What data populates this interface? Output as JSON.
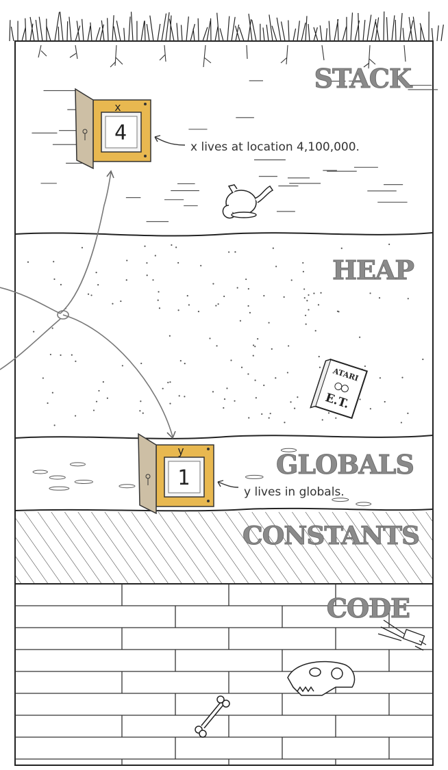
{
  "regions": {
    "stack": "STACK",
    "heap": "HEAP",
    "globals": "GLOBALS",
    "constants": "CONSTANTS",
    "code": "CODE"
  },
  "variables": {
    "x": {
      "name": "x",
      "value": "4",
      "note": "x lives at location 4,100,000."
    },
    "y": {
      "name": "y",
      "value": "1",
      "note": "y lives in globals."
    }
  },
  "artifacts": {
    "game_box_brand": "ATARI",
    "game_box_title": "E.T."
  },
  "colors": {
    "line": "#222222",
    "label": "#8a8a8a",
    "door_frame": "#e7b54a",
    "door_leaf": "#c9bfa9"
  }
}
